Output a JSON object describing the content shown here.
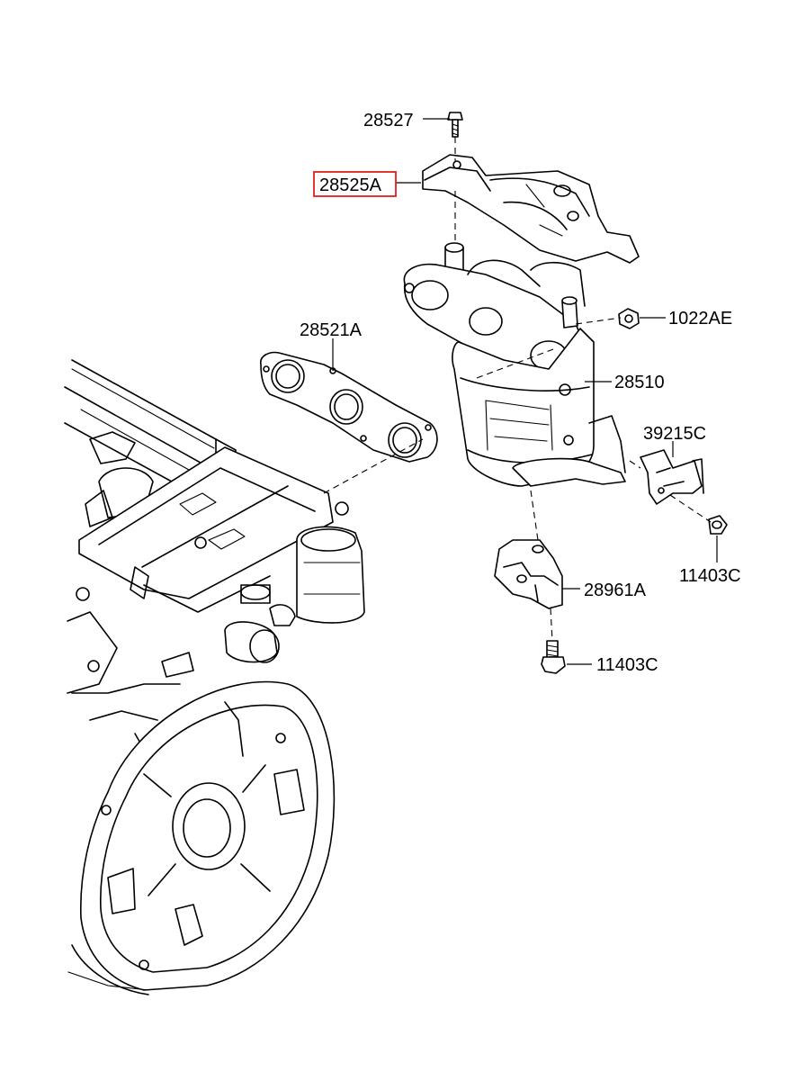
{
  "diagram": {
    "highlight_color": "#e0201c",
    "callouts": [
      {
        "id": "28527",
        "label": "28527",
        "highlighted": false
      },
      {
        "id": "28525A",
        "label": "28525A",
        "highlighted": true
      },
      {
        "id": "28521A",
        "label": "28521A",
        "highlighted": false
      },
      {
        "id": "1022AE",
        "label": "1022AE",
        "highlighted": false
      },
      {
        "id": "28510",
        "label": "28510",
        "highlighted": false
      },
      {
        "id": "39215C",
        "label": "39215C",
        "highlighted": false
      },
      {
        "id": "11403C-upper",
        "label": "11403C",
        "highlighted": false
      },
      {
        "id": "28961A",
        "label": "28961A",
        "highlighted": false
      },
      {
        "id": "11403C-lower",
        "label": "11403C",
        "highlighted": false
      }
    ]
  }
}
